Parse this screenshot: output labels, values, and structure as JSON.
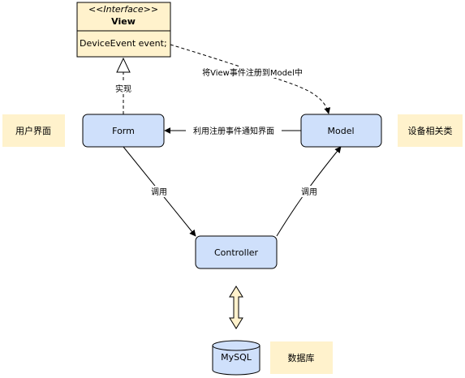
{
  "interface_box": {
    "stereotype": "<<Interface>>",
    "name": "View",
    "attribute": "DeviceEvent  event;"
  },
  "nodes": {
    "form": "Form",
    "model": "Model",
    "controller": "Controller",
    "mysql": "MySQL"
  },
  "side_labels": {
    "ui": "用户界面",
    "device": "设备相关类",
    "database": "数据库"
  },
  "edges": {
    "implements": "实现",
    "register": "将View事件注册到Model中",
    "notify": "利用注册事件通知界面",
    "call_left": "调用",
    "call_right": "调用"
  },
  "colors": {
    "node_fill": "#cfe0fb",
    "node_stroke": "#000000",
    "note_fill": "#fff2cc",
    "interface_fill": "#fff2cc",
    "db_fill": "#cfe0fb",
    "updown_arrow_fill": "#fff2cc"
  }
}
